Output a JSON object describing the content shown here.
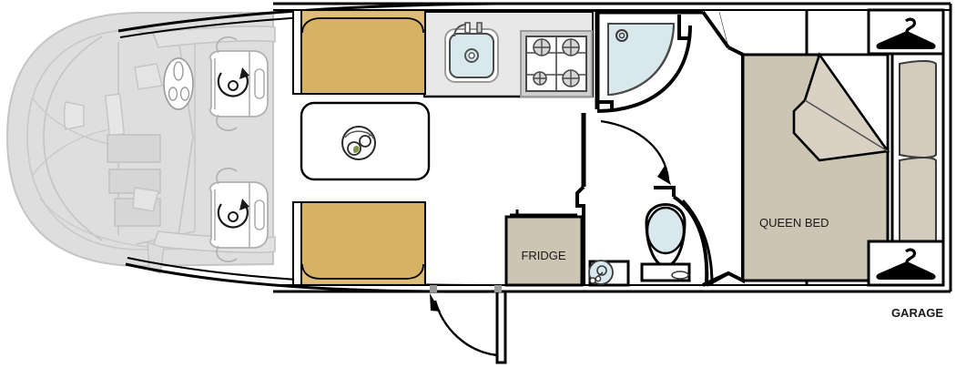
{
  "document": {
    "type": "motorhome-floorplan",
    "title": "Motorhome Layout Floorplan"
  },
  "labels": {
    "queen_bed": "QUEEN BED",
    "fridge": "FRIDGE",
    "garage": "GARAGE"
  },
  "colors": {
    "outline": "#000000",
    "seat_gold": "#d6b264",
    "seat_gold_light": "#ddbd77",
    "bed_beige": "#cdc5b4",
    "duvet_light": "#d8d1c4",
    "pillow": "#d2cbbe",
    "counter_grey": "#e8e8e8",
    "water_blue": "#d8e8ec",
    "vehicle_grey": "#dedede",
    "vehicle_line": "#b4b4b4",
    "hob_grey": "#cfcfcf",
    "fridge_beige": "#cdc5b4",
    "background": "#ffffff"
  },
  "rooms": [
    {
      "name": "cab",
      "label": ""
    },
    {
      "name": "lounge-dinette",
      "label": ""
    },
    {
      "name": "kitchen",
      "label": ""
    },
    {
      "name": "shower-room",
      "label": ""
    },
    {
      "name": "washroom",
      "label": ""
    },
    {
      "name": "bedroom",
      "label": "QUEEN BED"
    },
    {
      "name": "garage",
      "label": "GARAGE"
    }
  ],
  "fixtures": [
    {
      "name": "drivers-seat",
      "icon": "swivel-seat-icon",
      "label": ""
    },
    {
      "name": "passenger-seat",
      "icon": "swivel-seat-icon",
      "label": ""
    },
    {
      "name": "steering-wheel",
      "icon": "steering-wheel-icon",
      "label": ""
    },
    {
      "name": "bench-seat-top",
      "icon": "bench-seat-icon",
      "label": ""
    },
    {
      "name": "bench-seat-bottom",
      "icon": "bench-seat-icon",
      "label": ""
    },
    {
      "name": "dinette-table",
      "icon": "table-icon",
      "label": ""
    },
    {
      "name": "fruit-bowl",
      "icon": "fruit-bowl-icon",
      "label": ""
    },
    {
      "name": "kitchen-sink",
      "icon": "sink-icon",
      "label": ""
    },
    {
      "name": "hob",
      "icon": "four-burner-hob-icon",
      "label": ""
    },
    {
      "name": "shower-tray",
      "icon": "quadrant-shower-icon",
      "label": ""
    },
    {
      "name": "toilet",
      "icon": "toilet-icon",
      "label": ""
    },
    {
      "name": "washbasin",
      "icon": "washbasin-icon",
      "label": ""
    },
    {
      "name": "fridge",
      "icon": "fridge-icon",
      "label": "FRIDGE"
    },
    {
      "name": "queen-bed",
      "icon": "bed-icon",
      "label": "QUEEN BED"
    },
    {
      "name": "pillow-upper",
      "icon": "pillow-icon",
      "label": ""
    },
    {
      "name": "pillow-lower",
      "icon": "pillow-icon",
      "label": ""
    },
    {
      "name": "wardrobe-top",
      "icon": "clothes-hanger-icon",
      "label": ""
    },
    {
      "name": "wardrobe-bottom",
      "icon": "clothes-hanger-icon",
      "label": ""
    },
    {
      "name": "entry-door",
      "icon": "door-swing-icon",
      "label": ""
    },
    {
      "name": "washroom-door",
      "icon": "door-swing-icon",
      "label": ""
    },
    {
      "name": "shower-door",
      "icon": "curved-shower-door-icon",
      "label": ""
    }
  ]
}
